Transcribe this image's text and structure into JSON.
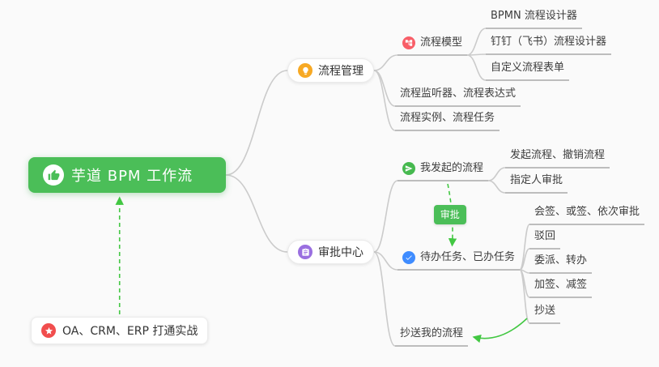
{
  "root": {
    "label": "芋道 BPM 工作流"
  },
  "process_management": {
    "label": "流程管理",
    "model": {
      "label": "流程模型"
    },
    "model_items": [
      "BPMN 流程设计器",
      "钉钉（飞书）流程设计器",
      "自定义流程表单"
    ],
    "listener": "流程监听器、流程表达式",
    "instance": "流程实例、流程任务"
  },
  "approval_center": {
    "label": "审批中心",
    "my_flows": {
      "label": "我发起的流程"
    },
    "my_flows_items": [
      "发起流程、撤销流程",
      "指定人审批"
    ],
    "tasks": {
      "label": "待办任务、已办任务"
    },
    "tasks_items": [
      "会签、或签、依次审批",
      "驳回",
      "委派、转办",
      "加签、减签",
      "抄送"
    ],
    "cc_flows": "抄送我的流程"
  },
  "edge_label": {
    "label": "审批"
  },
  "note": {
    "label": "OA、CRM、ERP 打通实战"
  },
  "icons": {
    "root": "thumbs-up-icon",
    "process_management": "bulb-icon",
    "approval_center": "clipboard-icon",
    "process_model": "tree-icon",
    "my_flows": "send-icon",
    "tasks": "check-icon",
    "note": "star-icon"
  },
  "colors": {
    "root_bg": "#4bbe58",
    "icon_orange": "#f7a924",
    "icon_purple": "#9a6fe0",
    "icon_red": "#f85e68",
    "icon_green": "#46b94f",
    "icon_blue": "#3f8cff",
    "note_icon_red": "#f14e4e",
    "tag_bg": "#4bbe58",
    "connector": "#cbcbcb",
    "arrow_green": "#42c742",
    "underline": "#bdbdbd",
    "canvas_bg": "#fafafa"
  }
}
